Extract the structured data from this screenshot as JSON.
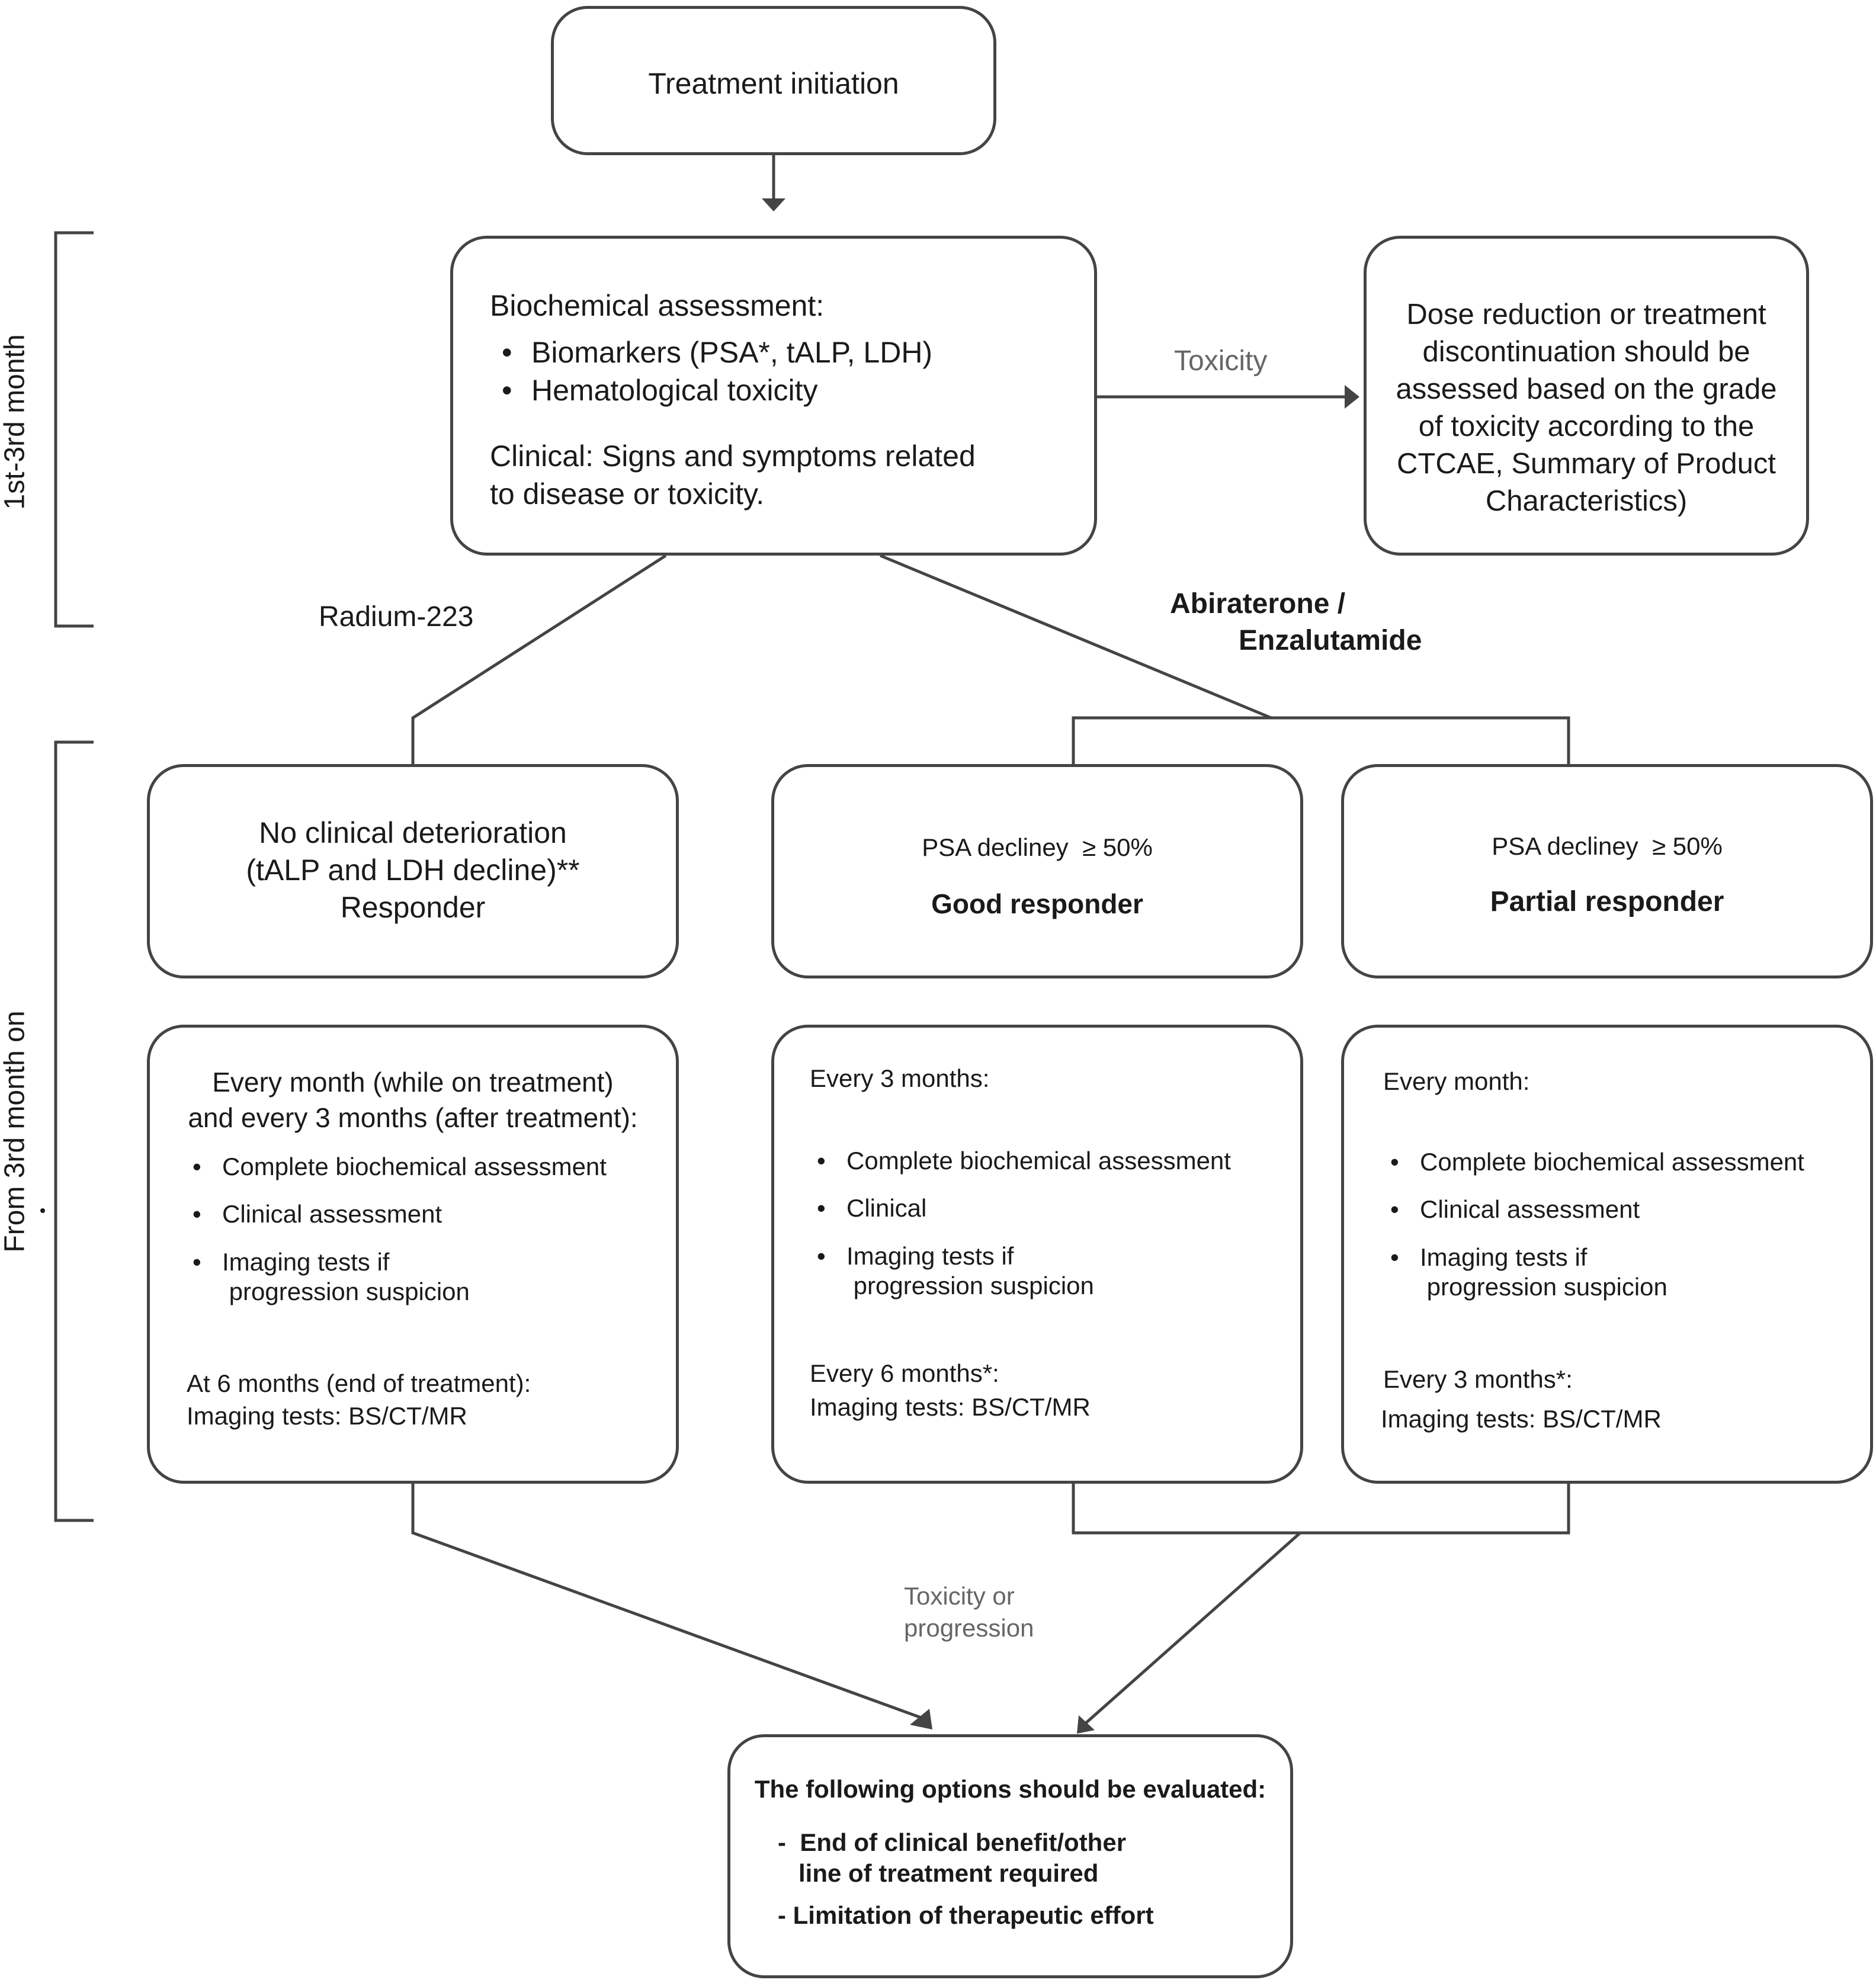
{
  "nodes": {
    "start": "Treatment initiation",
    "biochem": {
      "title": "Biochemical assessment:",
      "bullets": [
        "Biomarkers (PSA*, tALP, LDH)",
        "Hematological toxicity"
      ],
      "clinical": "Clinical: Signs and symptoms related\nto disease or toxicity."
    },
    "dose": "Dose reduction or treatment\ndiscontinuation should be\nassessed based on the grade\nof toxicity according to the\nCTCAE, Summary of Product\nCharacteristics)",
    "radium_response": "No clinical deterioration\n(tALP and LDH decline)**\nResponder",
    "good": {
      "criterion": "PSA decliney  ≥ 50%",
      "label": "Good responder"
    },
    "partial": {
      "criterion": "PSA decliney  ≥ 50%",
      "label": "Partial responder"
    },
    "radium_follow": {
      "freq": "Every month (while on treatment)\nand every 3 months (after treatment):",
      "bullets": [
        "Complete biochemical assessment",
        "Clinical assessment",
        "Imaging tests if\n progression suspicion"
      ],
      "end_title": "At 6 months (end of treatment):",
      "end_detail": "Imaging tests: BS/CT/MR"
    },
    "good_follow": {
      "freq": "Every 3 months:",
      "bullets": [
        "Complete biochemical assessment",
        "Clinical",
        "Imaging tests if\n progression suspicion"
      ],
      "end_title": "Every 6 months*:",
      "end_detail": "Imaging tests: BS/CT/MR"
    },
    "partial_follow": {
      "freq": "Every month:",
      "bullets": [
        "Complete biochemical assessment",
        "Clinical assessment",
        "Imaging tests if\n progression suspicion"
      ],
      "end_title": "Every 3 months*:",
      "end_detail": "Imaging tests: BS/CT/MR"
    },
    "final": {
      "title": "The following options should be evaluated:",
      "option1": "-  End of clinical benefit/other\n   line of treatment required",
      "option2": "- Limitation of therapeutic effort"
    }
  },
  "edge_labels": {
    "toxicity": "Toxicity",
    "radium": "Radium-223",
    "abi_line1": "Abiraterone /",
    "abi_line2": "Enzalutamide",
    "tox_prog": "Toxicity or\nprogression"
  },
  "phases": {
    "first": "1st-3rd month",
    "later": "From 3rd month on"
  }
}
